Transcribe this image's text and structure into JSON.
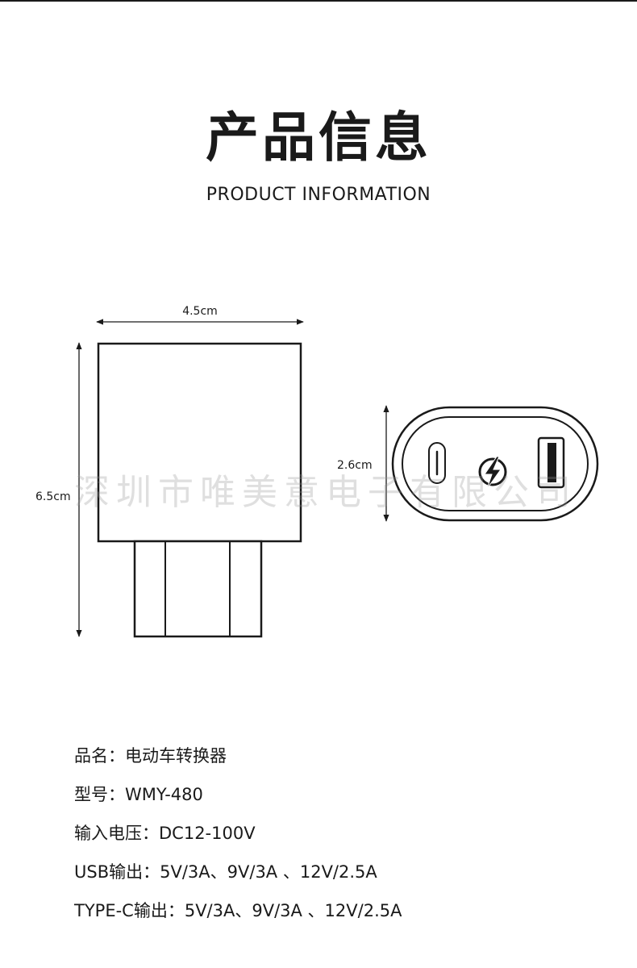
{
  "header": {
    "title": "产品信息",
    "subtitle": "PRODUCT INFORMATION"
  },
  "diagram": {
    "width_label": "4.5cm",
    "height_label": "6.5cm",
    "depth_label": "2.6cm"
  },
  "watermark": "深圳市唯美意电子有限公司",
  "specs": [
    {
      "label": "品名：",
      "value": "电动车转换器"
    },
    {
      "label": "型号：",
      "value": "WMY-480"
    },
    {
      "label": "输入电压：",
      "value": "DC12-100V"
    },
    {
      "label": "USB输出：",
      "value": "5V/3A、9V/3A 、12V/2.5A"
    },
    {
      "label": "TYPE-C输出：",
      "value": "5V/3A、9V/3A 、12V/2.5A"
    }
  ],
  "colors": {
    "ink": "#1a1a1a",
    "background": "#ffffff"
  }
}
